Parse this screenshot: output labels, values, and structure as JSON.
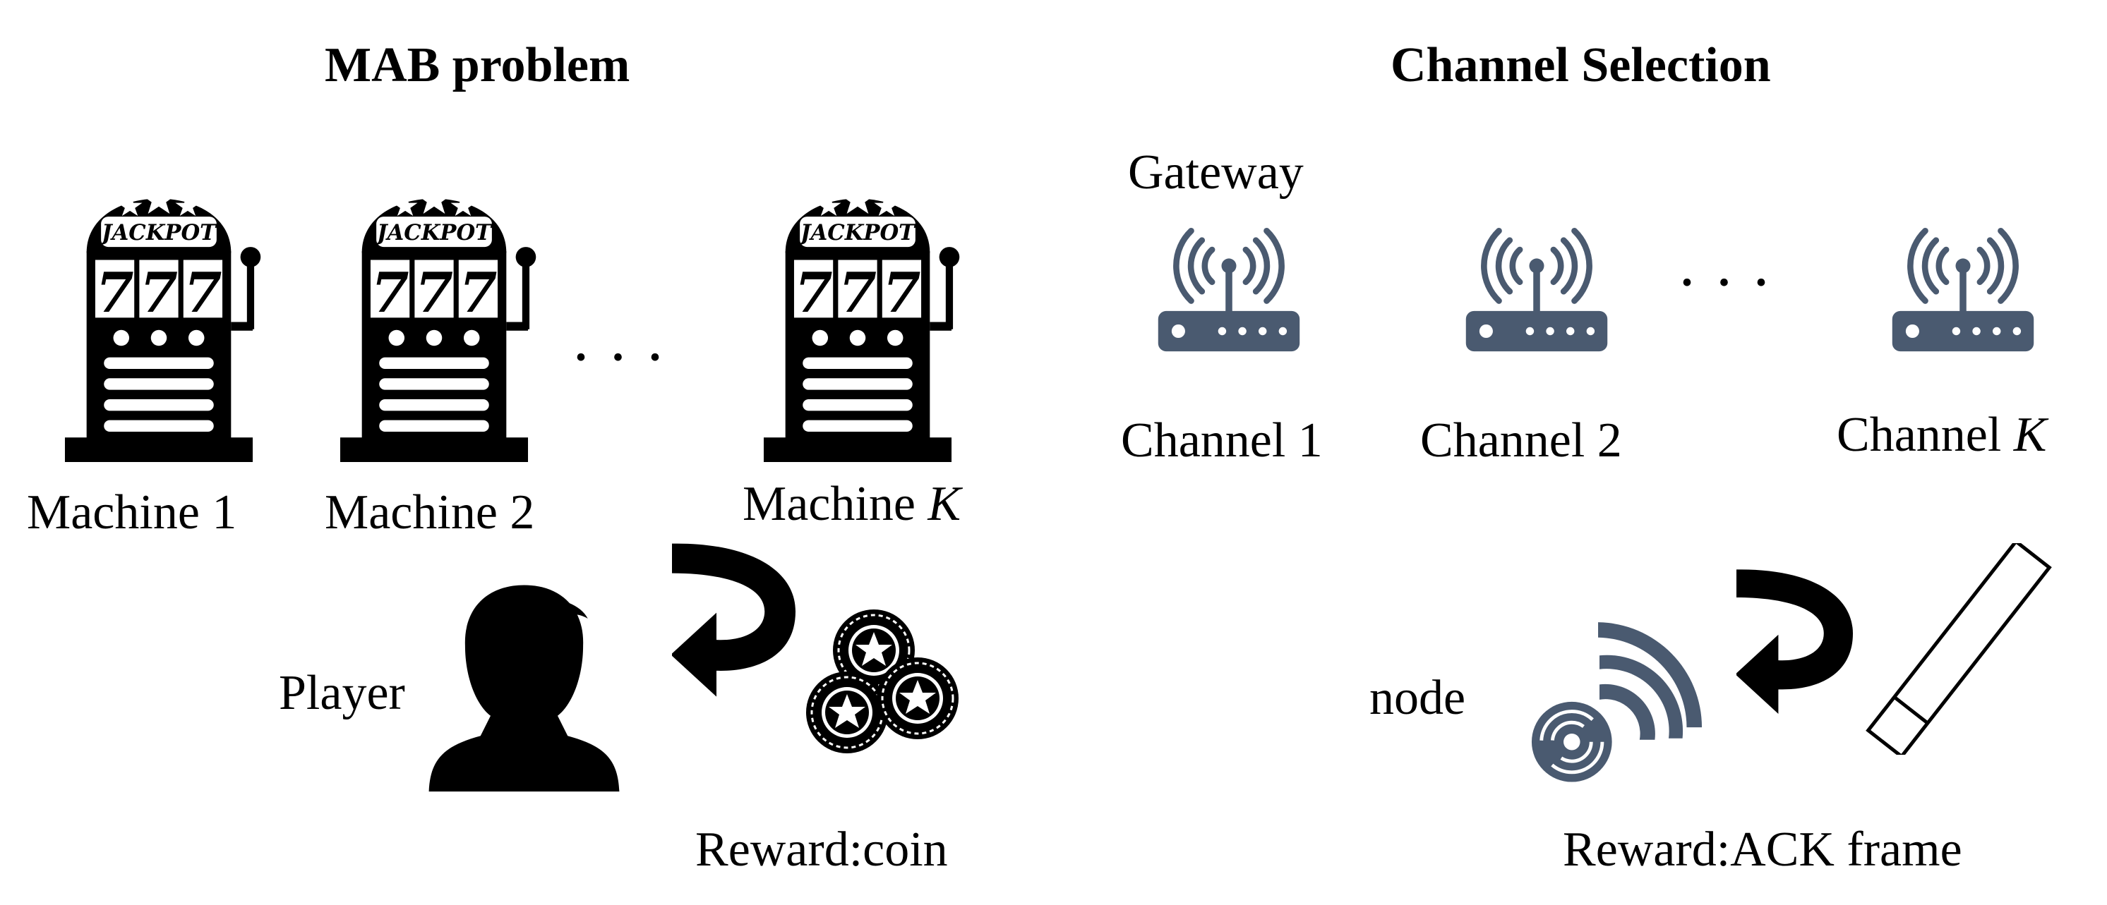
{
  "left_panel": {
    "title": "MAB problem",
    "machines": [
      {
        "prefix": "Machine ",
        "index": "1"
      },
      {
        "prefix": "Machine ",
        "index": "2"
      },
      {
        "prefix": "Machine ",
        "index": "K"
      }
    ],
    "ellipsis": "· · ·",
    "jackpot_text": "JACKPOT",
    "reel_text": "7",
    "player_label": "Player",
    "reward_label": "Reward:coin"
  },
  "right_panel": {
    "title": "Channel Selection",
    "gateway_label": "Gateway",
    "channels": [
      {
        "prefix": "Channel ",
        "index": "1"
      },
      {
        "prefix": "Channel ",
        "index": "2"
      },
      {
        "prefix": "Channel ",
        "index": "K"
      }
    ],
    "ellipsis": "· · ·",
    "node_label": "node",
    "reward_label": "Reward:ACK frame"
  },
  "colors": {
    "machine": "#000000",
    "router": "#4a5a70",
    "arrow": "#000000"
  },
  "icons": {
    "machine": "slot-machine-icon",
    "router": "wifi-router-icon",
    "player": "person-silhouette-icon",
    "coins": "coin-stack-icon",
    "node": "wireless-node-icon",
    "ack": "ack-frame-icon",
    "arrow": "curved-arrow-icon"
  }
}
